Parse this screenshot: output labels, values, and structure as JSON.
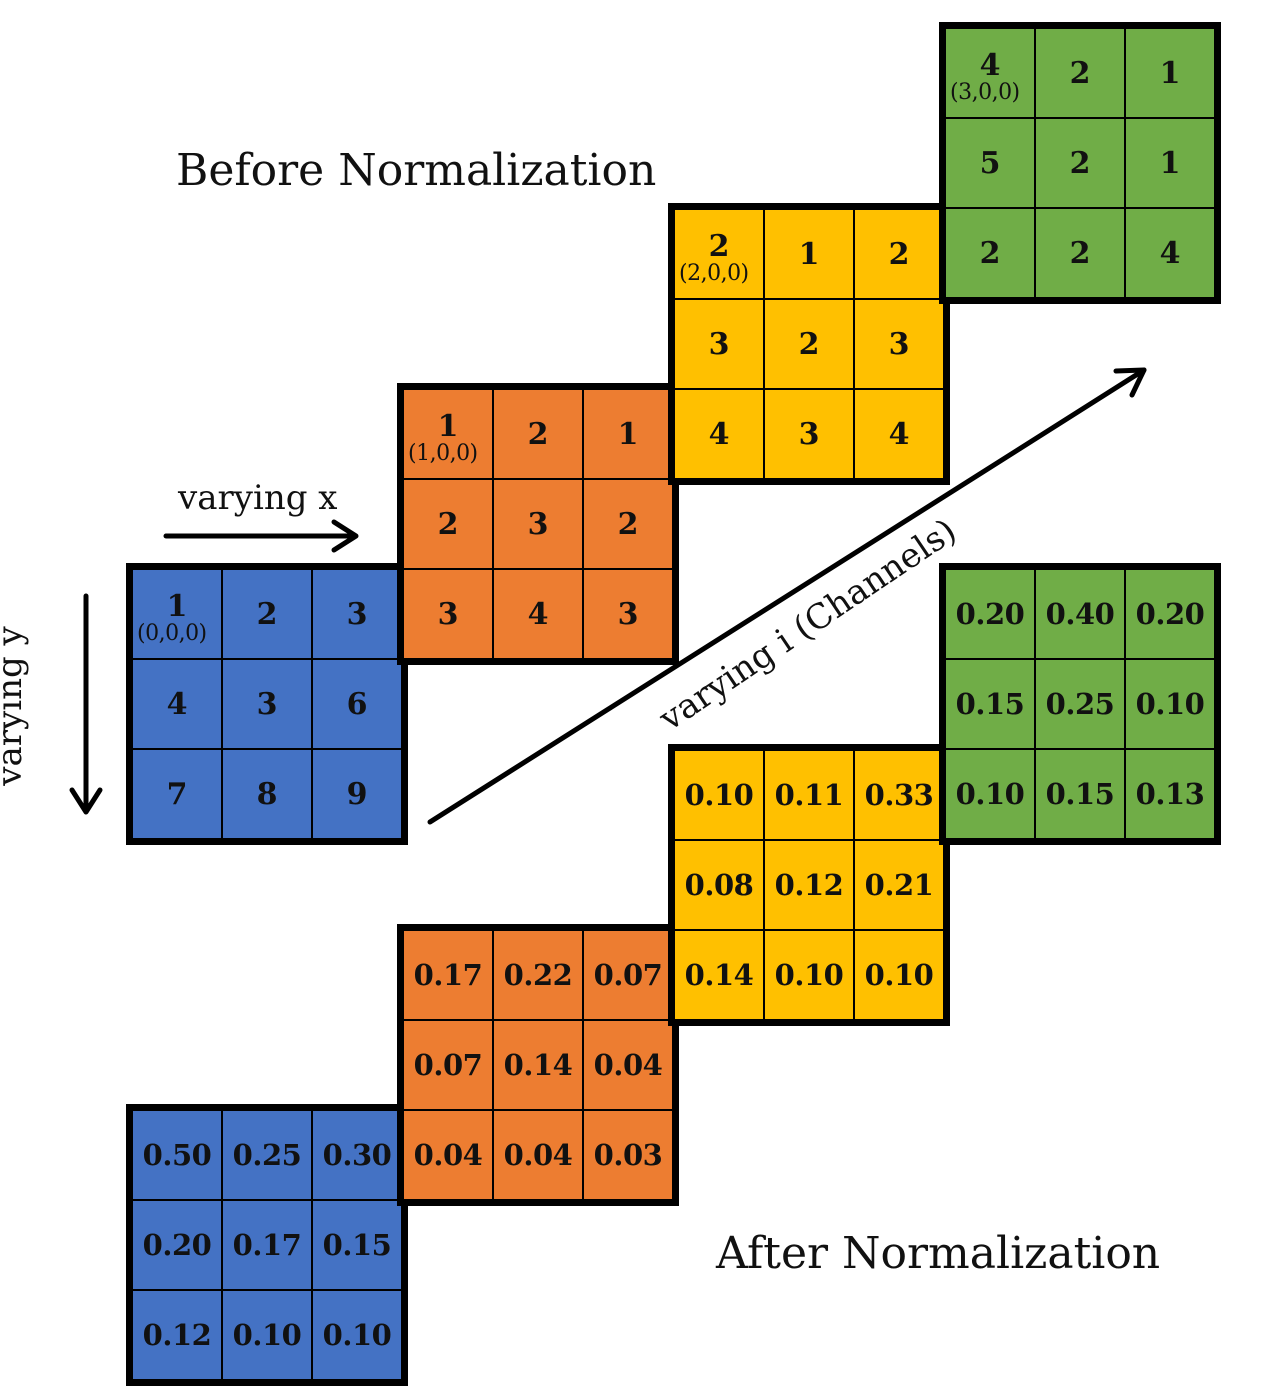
{
  "titles": {
    "before": "Before Normalization",
    "after": "After Normalization"
  },
  "axes": {
    "x_label": "varying x",
    "y_label": "varying y",
    "i_label": "varying i (Channels)"
  },
  "colors": {
    "channel_0": "#4472c4",
    "channel_1": "#ed7d31",
    "channel_2": "#ffc000",
    "channel_3": "#70ad47"
  },
  "before": [
    {
      "channel": 0,
      "coord": "(0,0,0)",
      "cells": [
        [
          "1",
          "2",
          "3"
        ],
        [
          "4",
          "3",
          "6"
        ],
        [
          "7",
          "8",
          "9"
        ]
      ]
    },
    {
      "channel": 1,
      "coord": "(1,0,0)",
      "cells": [
        [
          "1",
          "2",
          "1"
        ],
        [
          "2",
          "3",
          "2"
        ],
        [
          "3",
          "4",
          "3"
        ]
      ]
    },
    {
      "channel": 2,
      "coord": "(2,0,0)",
      "cells": [
        [
          "2",
          "1",
          "2"
        ],
        [
          "3",
          "2",
          "3"
        ],
        [
          "4",
          "3",
          "4"
        ]
      ]
    },
    {
      "channel": 3,
      "coord": "(3,0,0)",
      "cells": [
        [
          "4",
          "2",
          "1"
        ],
        [
          "5",
          "2",
          "1"
        ],
        [
          "2",
          "2",
          "4"
        ]
      ]
    }
  ],
  "after": [
    {
      "channel": 0,
      "cells": [
        [
          "0.50",
          "0.25",
          "0.30"
        ],
        [
          "0.20",
          "0.17",
          "0.15"
        ],
        [
          "0.12",
          "0.10",
          "0.10"
        ]
      ]
    },
    {
      "channel": 1,
      "cells": [
        [
          "0.17",
          "0.22",
          "0.07"
        ],
        [
          "0.07",
          "0.14",
          "0.04"
        ],
        [
          "0.04",
          "0.04",
          "0.03"
        ]
      ]
    },
    {
      "channel": 2,
      "cells": [
        [
          "0.10",
          "0.11",
          "0.33"
        ],
        [
          "0.08",
          "0.12",
          "0.21"
        ],
        [
          "0.14",
          "0.10",
          "0.10"
        ]
      ]
    },
    {
      "channel": 3,
      "cells": [
        [
          "0.20",
          "0.40",
          "0.20"
        ],
        [
          "0.15",
          "0.25",
          "0.10"
        ],
        [
          "0.10",
          "0.15",
          "0.13"
        ]
      ]
    }
  ]
}
